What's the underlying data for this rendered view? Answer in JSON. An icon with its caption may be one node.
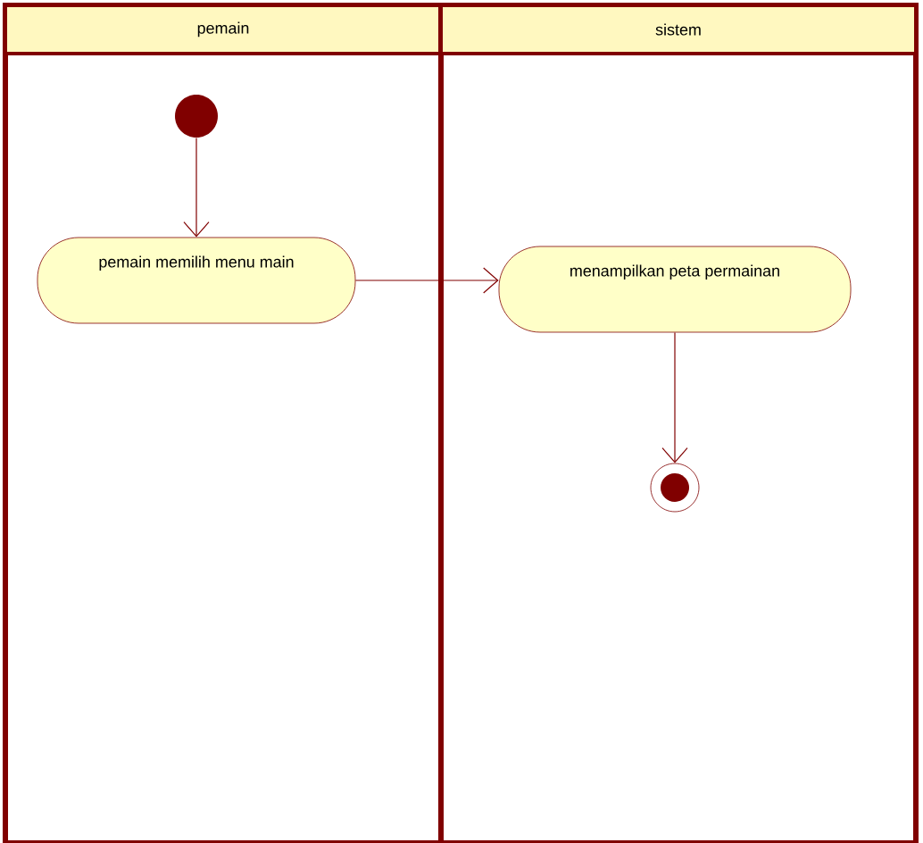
{
  "diagram": {
    "nodes": [
      {
        "text": [
          "pemain"
        ]
      },
      {
        "text": [
          "sistem"
        ]
      },
      {
        "text": [],
        "shape": "circle",
        "in": 0
      },
      {
        "text": [
          "pemain memilih menu main"
        ],
        "in": 0
      },
      {
        "text": [
          "menampilkan peta permainan"
        ],
        "in": 1
      },
      {
        "text": [],
        "shape": "bullseye",
        "in": 1
      }
    ],
    "edges": [
      {
        "from": 2,
        "to": 3,
        "arrow": "to"
      },
      {
        "from": 3,
        "to": 4,
        "arrow": "to"
      },
      {
        "from": 4,
        "to": 5,
        "arrow": "to"
      }
    ]
  }
}
